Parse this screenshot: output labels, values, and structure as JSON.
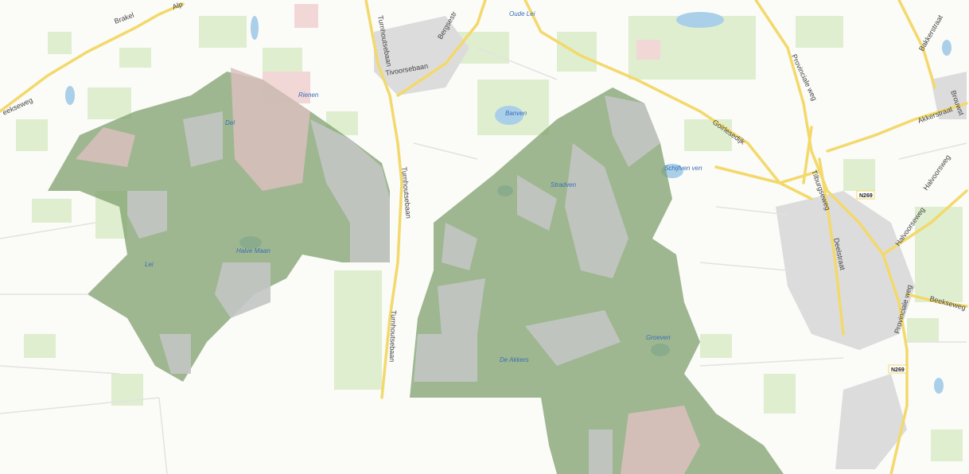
{
  "map": {
    "colors": {
      "background": "#fbfbf8",
      "meadow": "#dfeecf",
      "forest": "#c9e0b4",
      "heath": "#f2d7d7",
      "water": "#a9cfe9",
      "reserve": "#7fa06e",
      "reserve_grey": "#c3c5c4",
      "reserve_pink": "#d9c0bd",
      "main_road": "#f3d96b",
      "minor_road": "#e4e4e4",
      "urban": "#dcdcdc"
    },
    "road_labels": [
      {
        "key": "brakel",
        "text": "Brakel"
      },
      {
        "key": "alp",
        "text": "Alp"
      },
      {
        "key": "eekseweg",
        "text": "eekseweg"
      },
      {
        "key": "turnhoutsebaan_n",
        "text": "Turnhoutsebaan"
      },
      {
        "key": "tivoorsebaan",
        "text": "Tivoorsebaan"
      },
      {
        "key": "bergse",
        "text": "Bergsestr"
      },
      {
        "key": "turnhoutsebaan_m",
        "text": "Turnhoutsebaan"
      },
      {
        "key": "turnhoutsebaan_s",
        "text": "Turnhoutsebaan"
      },
      {
        "key": "goirlesedijk",
        "text": "Goirlesedijk"
      },
      {
        "key": "provinciale_n",
        "text": "Provinciale weg"
      },
      {
        "key": "tilburgseweg",
        "text": "Tilburgseweg"
      },
      {
        "key": "deelstraat",
        "text": "Deelstraat"
      },
      {
        "key": "akkerstraat",
        "text": "Akkerstraat"
      },
      {
        "key": "halvoorsweg",
        "text": "Halvoorsweg"
      },
      {
        "key": "halvoorseweg2",
        "text": "Halvoorseweg"
      },
      {
        "key": "provinciale_s",
        "text": "Provinciale weg"
      },
      {
        "key": "beekseweg",
        "text": "Beekseweg"
      },
      {
        "key": "bakkersstraat",
        "text": "Bakkerstraat"
      },
      {
        "key": "brouwst",
        "text": "Brouwst"
      }
    ],
    "water_labels": [
      {
        "key": "oude_lei",
        "text": "Oude Lei"
      },
      {
        "key": "rienen",
        "text": "Rienen"
      },
      {
        "key": "del",
        "text": "Del"
      },
      {
        "key": "banven",
        "text": "Banven"
      },
      {
        "key": "stradven",
        "text": "Stradven"
      },
      {
        "key": "schijven",
        "text": "Schijfven ven"
      },
      {
        "key": "halvemaan",
        "text": "Halve Maan"
      },
      {
        "key": "lei",
        "text": "Lei"
      },
      {
        "key": "deakkers",
        "text": "De Akkers"
      },
      {
        "key": "groeven",
        "text": "Groeven"
      }
    ],
    "shields": [
      {
        "key": "n269a",
        "text": "N269"
      },
      {
        "key": "n269b",
        "text": "N269"
      }
    ]
  }
}
